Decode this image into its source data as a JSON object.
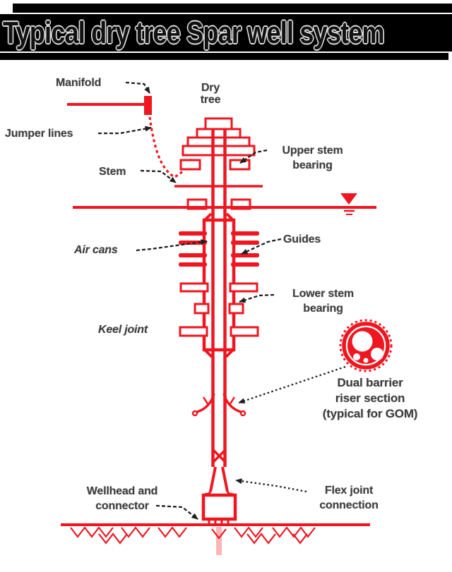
{
  "title": "Typical dry tree Spar well system",
  "colors": {
    "diagram_red": "#ef1620",
    "pale_red": "#ffb5b5",
    "label_gray": "#3d3d3d",
    "banner_black": "#000000",
    "leader_black": "#1f1f1f"
  },
  "labels": {
    "manifold": "Manifold",
    "jumper_lines": "Jumper lines",
    "stem": "Stem",
    "dry_tree": {
      "l1": "Dry",
      "l2": "tree"
    },
    "upper_stem_bearing": {
      "l1": "Upper stem",
      "l2": "bearing"
    },
    "air_cans": "Air cans",
    "guides": "Guides",
    "lower_stem_bearing": {
      "l1": "Lower stem",
      "l2": "bearing"
    },
    "keel_joint": "Keel joint",
    "dual_barrier_riser": {
      "l1": "Dual barrier",
      "l2": "riser section",
      "l3": "(typical for GOM)"
    },
    "flex_joint_connection": {
      "l1": "Flex joint",
      "l2": "connection"
    },
    "wellhead_connector": {
      "l1": "Wellhead and",
      "l2": "connector"
    }
  },
  "icons": {
    "water_level": "inverted-triangle-water-level-marker",
    "riser_detail": "dual-barrier-riser-cross-section"
  }
}
